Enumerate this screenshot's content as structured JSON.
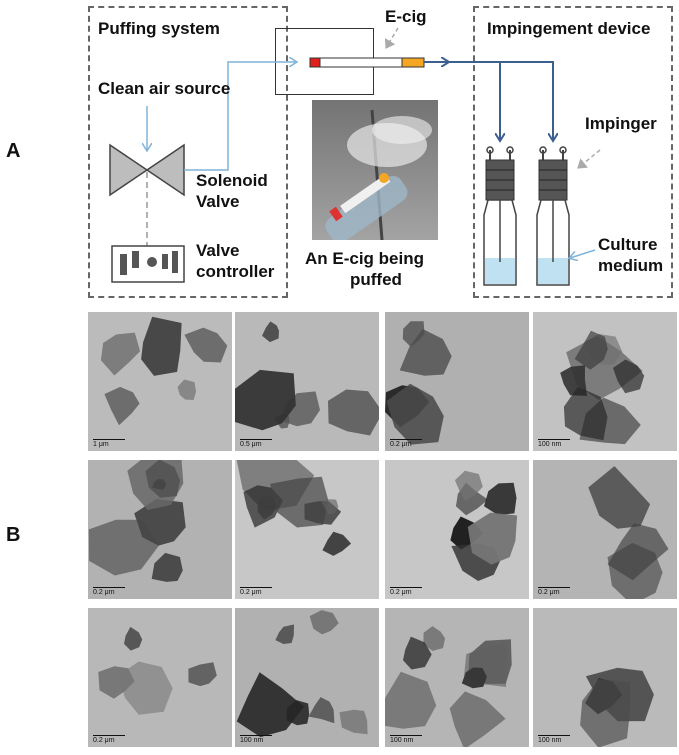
{
  "panels": {
    "a": "A",
    "b": "B"
  },
  "diagram": {
    "puffing_system": "Puffing system",
    "clean_air": "Clean air source",
    "solenoid_1": "Solenoid",
    "solenoid_2": "Valve",
    "valve_ctrl_1": "Valve",
    "valve_ctrl_2": "controller",
    "ecig": "E-cig",
    "being_puffed_1": "An E-cig being",
    "being_puffed_2": "puffed",
    "impingement": "Impingement device",
    "impinger": "Impinger",
    "culture_1": "Culture",
    "culture_2": "medium"
  },
  "colors": {
    "air_line": "#7fb2d8",
    "aerosol_line": "#3b5f8f",
    "liquid": "#bfe1f2",
    "cig_tip": "#e0201c",
    "cig_filter": "#f5a623"
  },
  "micrographs": [
    [
      "1 μm",
      "0.5 μm",
      "0.2 μm",
      "100 nm"
    ],
    [
      "0.2 μm",
      "0.2 μm",
      "0.2 μm",
      "0.2 μm"
    ],
    [
      "0.2 μm",
      "100 nm",
      "100 nm",
      "100 nm"
    ]
  ]
}
